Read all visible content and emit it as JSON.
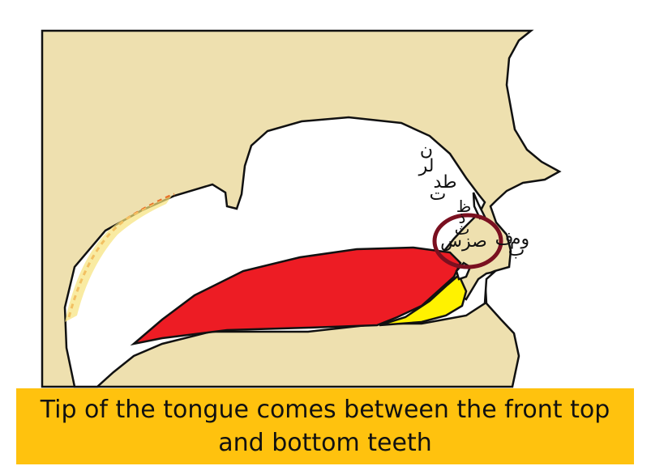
{
  "colors": {
    "skin": "#EEE0AF",
    "tongue": "#ED1C24",
    "lower_teeth": "#FFF200",
    "highlight_circle": "#7A1020",
    "caption_bg": "#FFC20E",
    "outline": "#111111",
    "dashed_line": "#E8702A"
  },
  "articulation_letters": {
    "row1": "ن",
    "row2": "لر",
    "row3": "طد",
    "row4": "ت",
    "row5": "ظ",
    "row6": "ذ",
    "row7": "ث",
    "tongue_tip": "صزس",
    "lips_top": "وم",
    "lips_fa": "ف",
    "lips_bottom": "ب"
  },
  "caption": "Tip of the tongue comes between the front top and bottom teeth"
}
